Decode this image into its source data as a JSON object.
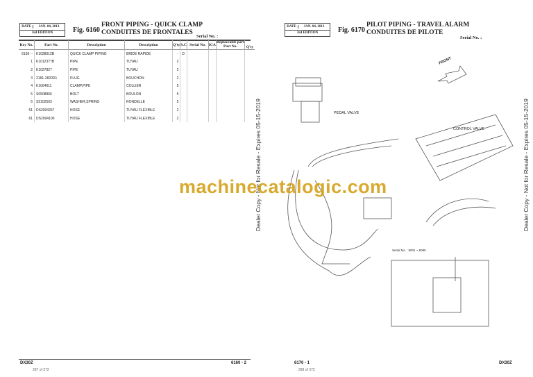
{
  "left_page": {
    "date_label": "DATE",
    "date": "JAN. 04, 2013",
    "edition": "3rd EDITION",
    "fig": "Fig. 6160",
    "title_en": "FRONT PIPING - QUICK CLAMP",
    "title_fr": "CONDUITES DE FRONTALES",
    "serial": "Serial No. :",
    "headers": {
      "key": "Key No.",
      "part": "Part No.",
      "desc1": "Description",
      "desc2": "Description",
      "qty": "Q'ty",
      "sc": "S.C",
      "serialno": "Serial No.",
      "ica": "ICA",
      "replaceable": "Replaceable part",
      "rpart": "Part No.",
      "rqty": "Q'ty"
    },
    "rows": [
      {
        "key": "6160 --",
        "part": "K1028012B",
        "desc": "QUICK CLAMP PIPING",
        "desc_fr": "BRIDE RAPIDE",
        "qty": "-",
        "sc": "D"
      },
      {
        "key": "1",
        "part": "K1012377B",
        "desc": "PIPE",
        "desc_fr": "TUYAU",
        "qty": "2",
        "sc": ""
      },
      {
        "key": "2",
        "part": "K1027827",
        "desc": "PIPE",
        "desc_fr": "TUYAU",
        "qty": "2",
        "sc": ""
      },
      {
        "key": "3",
        "part": "2181-2820D1",
        "desc": "PLUG",
        "desc_fr": "BOUCHON",
        "qty": "2",
        "sc": ""
      },
      {
        "key": "4",
        "part": "K1004011",
        "desc": "CLAMP,PIPE",
        "desc_fr": "COLLIER",
        "qty": "5",
        "sc": ""
      },
      {
        "key": "5",
        "part": "S0508866",
        "desc": "BOLT",
        "desc_fr": "BOULON",
        "qty": "5",
        "sc": ""
      },
      {
        "key": "6",
        "part": "S5102503",
        "desc": "WASHER,SPRING",
        "desc_fr": "RONDELLE",
        "qty": "5",
        "sc": ""
      },
      {
        "key": "51",
        "part": "DS2094267",
        "desc": "HOSE",
        "desc_fr": "TUYAU FLEXIBLE",
        "qty": "2",
        "sc": ""
      },
      {
        "key": "61",
        "part": "DS2094100",
        "desc": "HOSE",
        "desc_fr": "TUYAU FLEXIBLE",
        "qty": "2",
        "sc": ""
      }
    ],
    "footer_model": "DX30Z",
    "footer_page": "6160 - 2",
    "page_count": "287 of 372"
  },
  "right_page": {
    "date_label": "DATE",
    "date": "JAN. 04, 2013",
    "edition": "3rd EDITION",
    "fig": "Fig. 6170",
    "title_en": "PILOT PIPING - TRAVEL ALARM",
    "title_fr": "CONDUITES DE PILOTE",
    "serial": "Serial No. :",
    "diagram": {
      "front": "FRONT",
      "pedal_valve": "PEDAL VALVE",
      "control_valve": "CONTROL VALVE",
      "serial_range": "Serial No. : 5001 ~ 5095"
    },
    "footer_model": "DX30Z",
    "footer_page": "6170 - 1",
    "page_count": "288 of 372"
  },
  "watermark": "Dealer Copy - Not for Resale - Expires 05-15-2019",
  "logo": "machinecatalogic.com"
}
